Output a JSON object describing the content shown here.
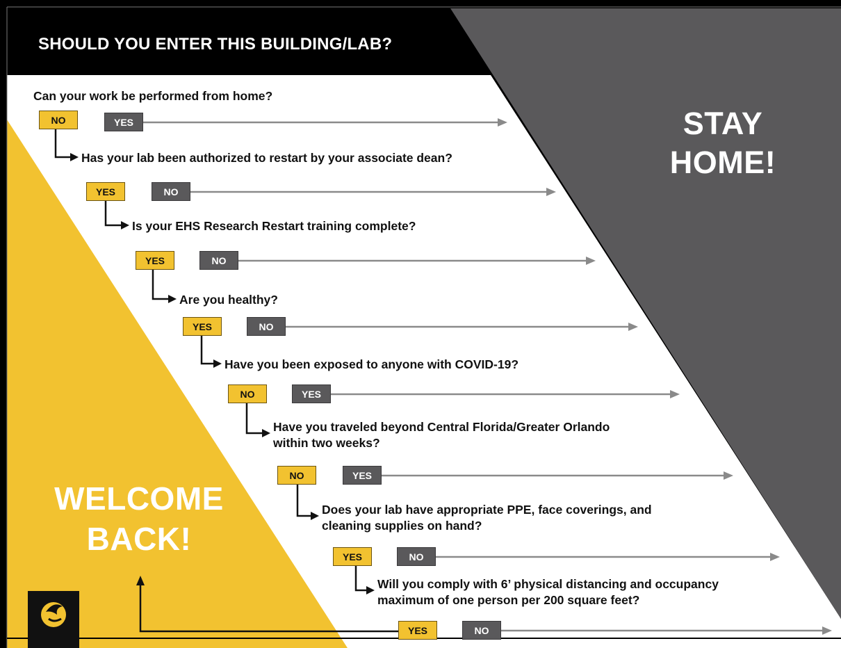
{
  "header": {
    "title": "SHOULD YOU ENTER THIS BUILDING/LAB?"
  },
  "outcomes": {
    "stay_home": [
      "STAY",
      "HOME!"
    ],
    "welcome_back": [
      "WELCOME",
      "BACK!"
    ]
  },
  "colors": {
    "gold": "#f2c230",
    "gray": "#5a595b",
    "black": "#000000",
    "white": "#ffffff"
  },
  "questions": [
    {
      "text": [
        "Can your work be performed from home?"
      ],
      "proceed": "NO",
      "stay": "YES"
    },
    {
      "text": [
        "Has your lab been authorized to restart by your associate dean?"
      ],
      "proceed": "YES",
      "stay": "NO"
    },
    {
      "text": [
        "Is your EHS Research Restart training complete?"
      ],
      "proceed": "YES",
      "stay": "NO"
    },
    {
      "text": [
        "Are you healthy?"
      ],
      "proceed": "YES",
      "stay": "NO"
    },
    {
      "text": [
        "Have you been exposed to anyone with COVID-19?"
      ],
      "proceed": "NO",
      "stay": "YES"
    },
    {
      "text": [
        "Have you traveled beyond Central Florida/Greater Orlando",
        "within two weeks?"
      ],
      "proceed": "NO",
      "stay": "YES"
    },
    {
      "text": [
        "Does your lab have appropriate PPE, face coverings, and",
        "cleaning supplies on hand?"
      ],
      "proceed": "YES",
      "stay": "NO"
    },
    {
      "text": [
        "Will you comply with 6’ physical distancing and occupancy",
        "maximum of one person per 200 square feet?"
      ],
      "proceed": "YES",
      "stay": "NO"
    }
  ],
  "logo": {
    "icon": "pegasus-icon"
  }
}
